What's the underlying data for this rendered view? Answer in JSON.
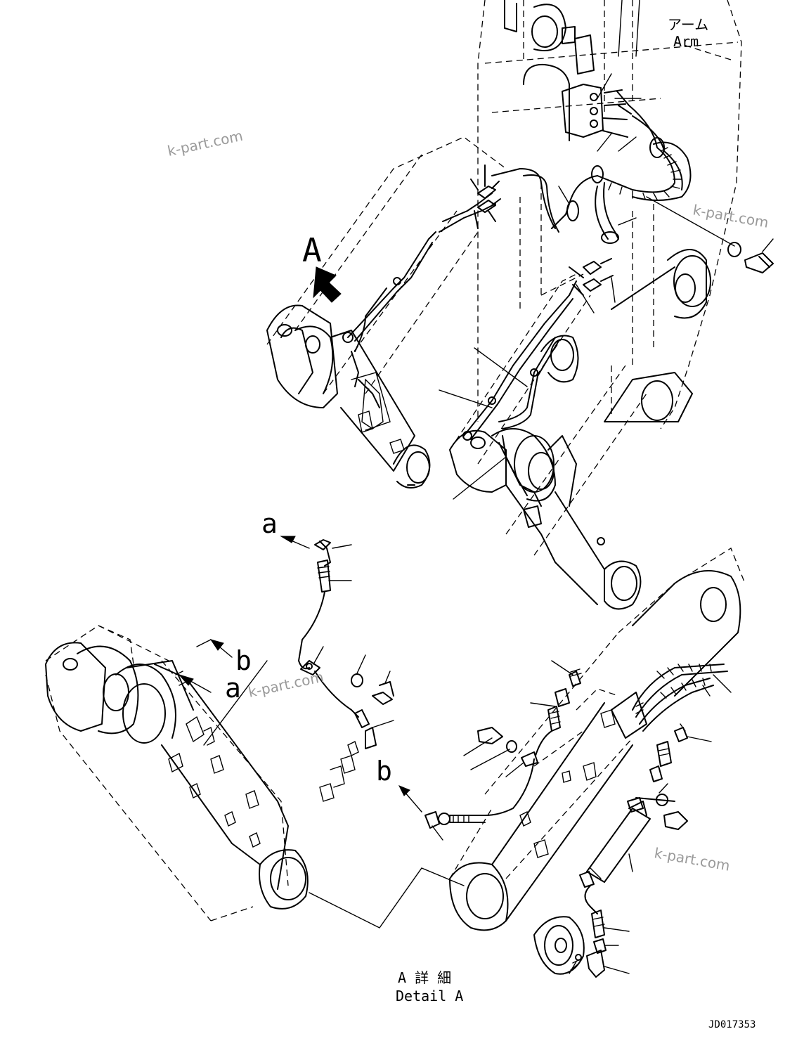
{
  "labels": {
    "arm_jp": "アーム",
    "arm_en": "Arm",
    "view_a": "A",
    "ref_a": "a",
    "ref_b": "b",
    "detail_jp": "A 詳 細",
    "detail_en": "Detail A",
    "drawing_number": "JD017353"
  },
  "watermarks": [
    "k-part.com",
    "k-part.com",
    "k-part.com",
    "k-part.com"
  ]
}
